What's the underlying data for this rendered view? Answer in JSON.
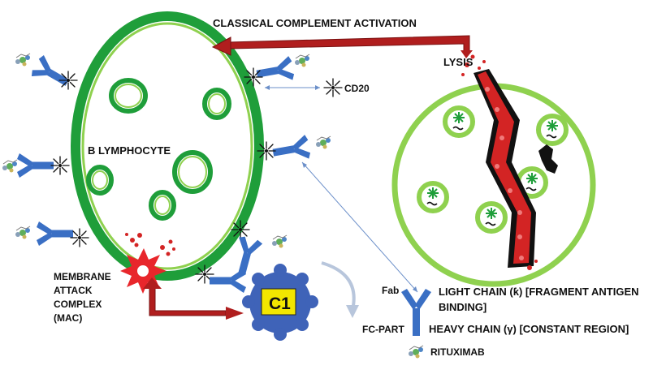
{
  "labels": {
    "title": "CLASSICAL COMPLEMENT ACTIVATION",
    "lysis": "LYSIS",
    "cd20": "CD20",
    "b_lymphocyte": "B LYMPHOCYTE",
    "mac_line1": "MEMBRANE",
    "mac_line2": "ATTACK",
    "mac_line3": "COMPLEX",
    "mac_line4": "(MAC)",
    "c1": "C1",
    "fab": "Fab",
    "fc_part": "FC-PART",
    "light_chain_line1": "LIGHT CHAIN (ƙ) [FRAGMENT ANTIGEN",
    "light_chain_line2": "BINDING]",
    "heavy_chain": "HEAVY CHAIN (γ) [CONSTANT REGION]",
    "rituximab": "RITUXIMAB"
  },
  "colors": {
    "cell_dark": "#1f9e3a",
    "cell_light": "#8fd14f",
    "antibody": "#3a6fc4",
    "arrow": "#b01e1e",
    "c1_body": "#3f63b8",
    "c1_label_bg": "#f2e600",
    "mac_star": "#e8262b",
    "connector": "#6b8fc9"
  },
  "icons": {
    "antibody": "y-shaped-antibody-icon",
    "cd20": "cd20-burst-icon",
    "rituximab": "rituximab-molecule-icon",
    "c1": "c1-complex-icon",
    "mac": "mac-starburst-icon"
  }
}
